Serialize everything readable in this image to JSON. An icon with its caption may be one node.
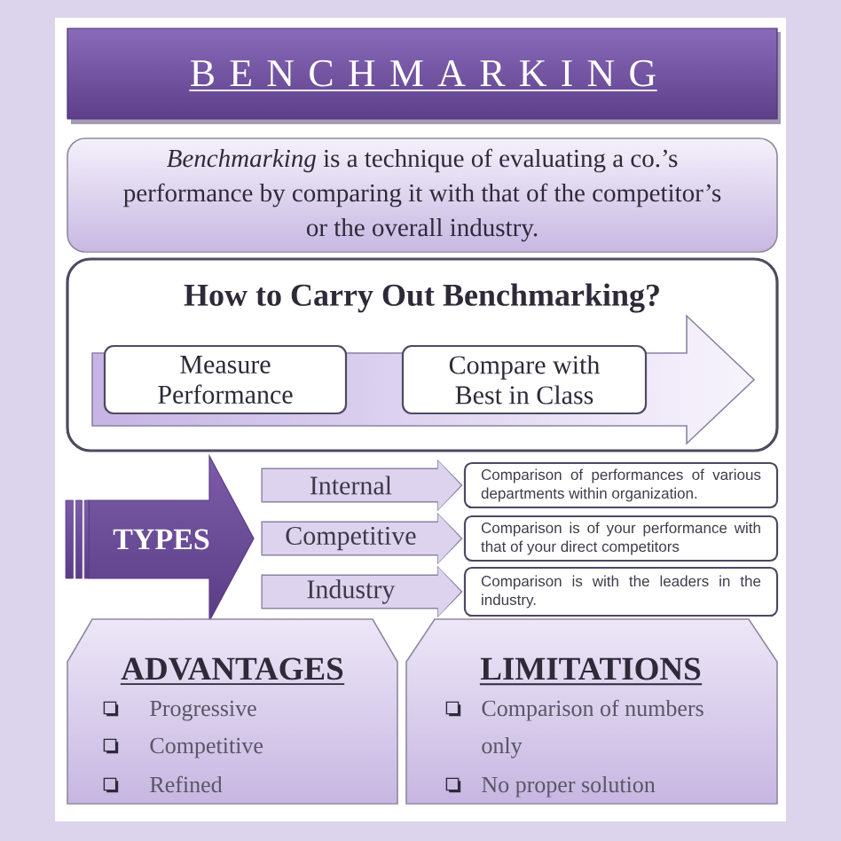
{
  "diagram": {
    "title": "B E N C H M A R K I N G",
    "nodes": [
      {
        "text": [
          "*Benchmarking* is a technique of evaluating a co.’s performance by comparing it with that of the competitor’s or the overall industry."
        ]
      },
      {
        "text": [
          "How to Carry Out Benchmarking?"
        ]
      },
      {
        "text": [],
        "shape": "arrow",
        "in": 1
      },
      {
        "text": [
          "Measure Performance"
        ],
        "in": 2
      },
      {
        "text": [
          "Compare with Best in Class"
        ],
        "in": 2
      },
      {
        "text": [
          "TYPES"
        ]
      },
      {
        "text": [
          "Comparison of performances of various departments within organization."
        ]
      },
      {
        "text": [
          "Comparison is of your performance with that of your direct competitors"
        ]
      },
      {
        "text": [
          "Comparison is with the leaders in the industry."
        ]
      },
      {
        "text": [
          "ADVANTAGES",
          "Progressive",
          "Competitive",
          "Refined"
        ]
      },
      {
        "text": [
          "LIMITATIONS",
          "Comparison of numbers only",
          "No proper solution"
        ]
      }
    ],
    "edges": [
      {
        "from": 5,
        "to": 6,
        "arrow": "to",
        "label": "Internal"
      },
      {
        "from": 5,
        "to": 7,
        "arrow": "to",
        "label": "Competitive"
      },
      {
        "from": 5,
        "to": 8,
        "arrow": "to",
        "label": "Industry"
      }
    ]
  }
}
